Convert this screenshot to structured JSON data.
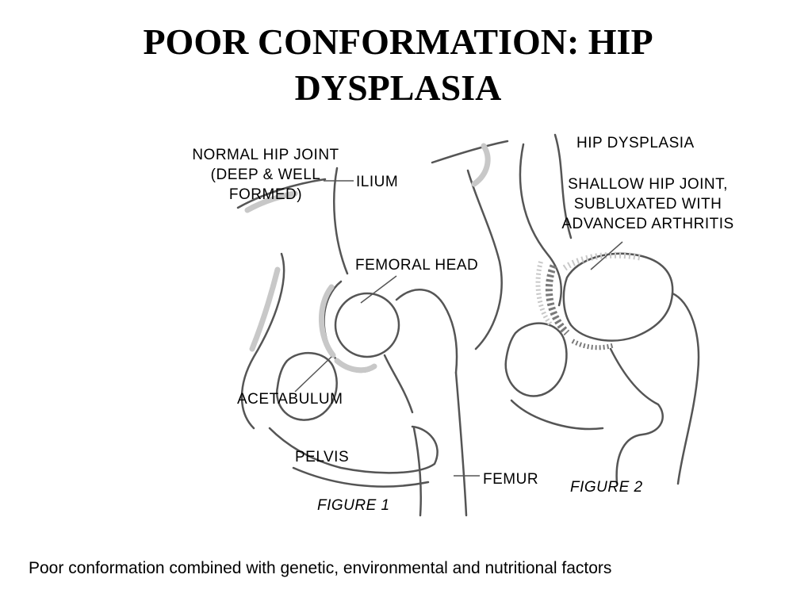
{
  "slide": {
    "title_line1": "POOR CONFORMATION: HIP",
    "title_line2": "DYSPLASIA",
    "caption": "Poor conformation combined with genetic, environmental and nutritional factors"
  },
  "diagram": {
    "labels": {
      "normal_line1": "NORMAL HIP JOINT",
      "normal_line2": "(DEEP & WELL",
      "normal_line3": "FORMED)",
      "ilium": "ILIUM",
      "femoral_head": "FEMORAL HEAD",
      "acetabulum": "ACETABULUM",
      "pelvis": "PELVIS",
      "femur": "FEMUR",
      "figure1": "FIGURE 1",
      "hip_dysplasia": "HIP DYSPLASIA",
      "shallow_line1": "SHALLOW HIP JOINT,",
      "shallow_line2": "SUBLUXATED WITH",
      "shallow_line3": "ADVANCED ARTHRITIS",
      "figure2": "FIGURE 2"
    },
    "colors": {
      "outline": "#555555",
      "shading": "#c8c8c8",
      "arthritis": "#7a7a7a"
    }
  }
}
